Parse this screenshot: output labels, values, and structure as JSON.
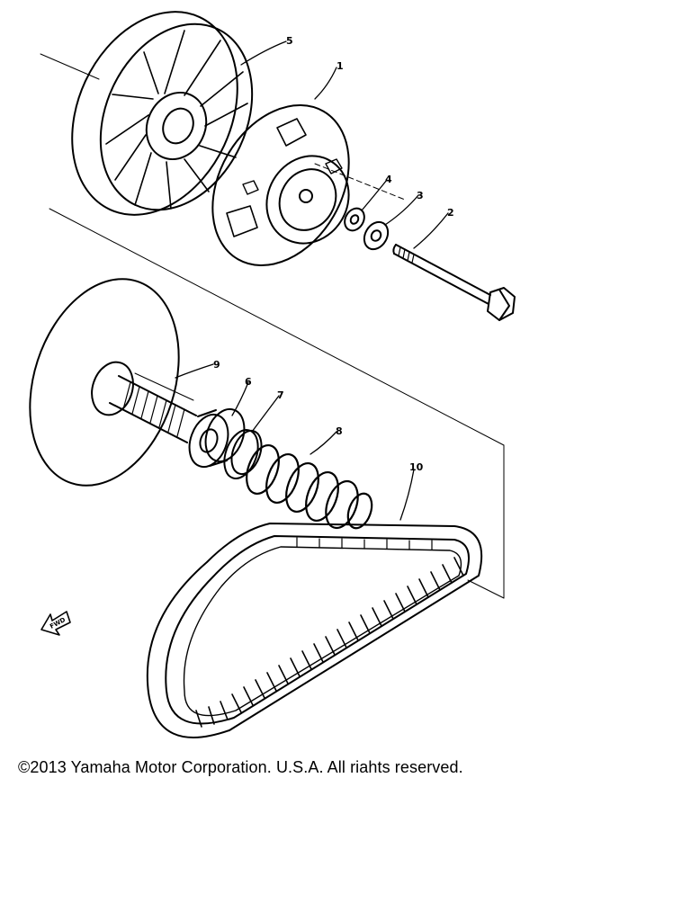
{
  "callouts": {
    "c1": "1",
    "c2": "2",
    "c3": "3",
    "c4": "4",
    "c5": "5",
    "c6": "6",
    "c7": "7",
    "c8": "8",
    "c9": "9",
    "c10": "10"
  },
  "fwd_label": "FWD",
  "copyright": "©2013 Yamaha Motor Corporation. U.S.A. All riahts reserved."
}
